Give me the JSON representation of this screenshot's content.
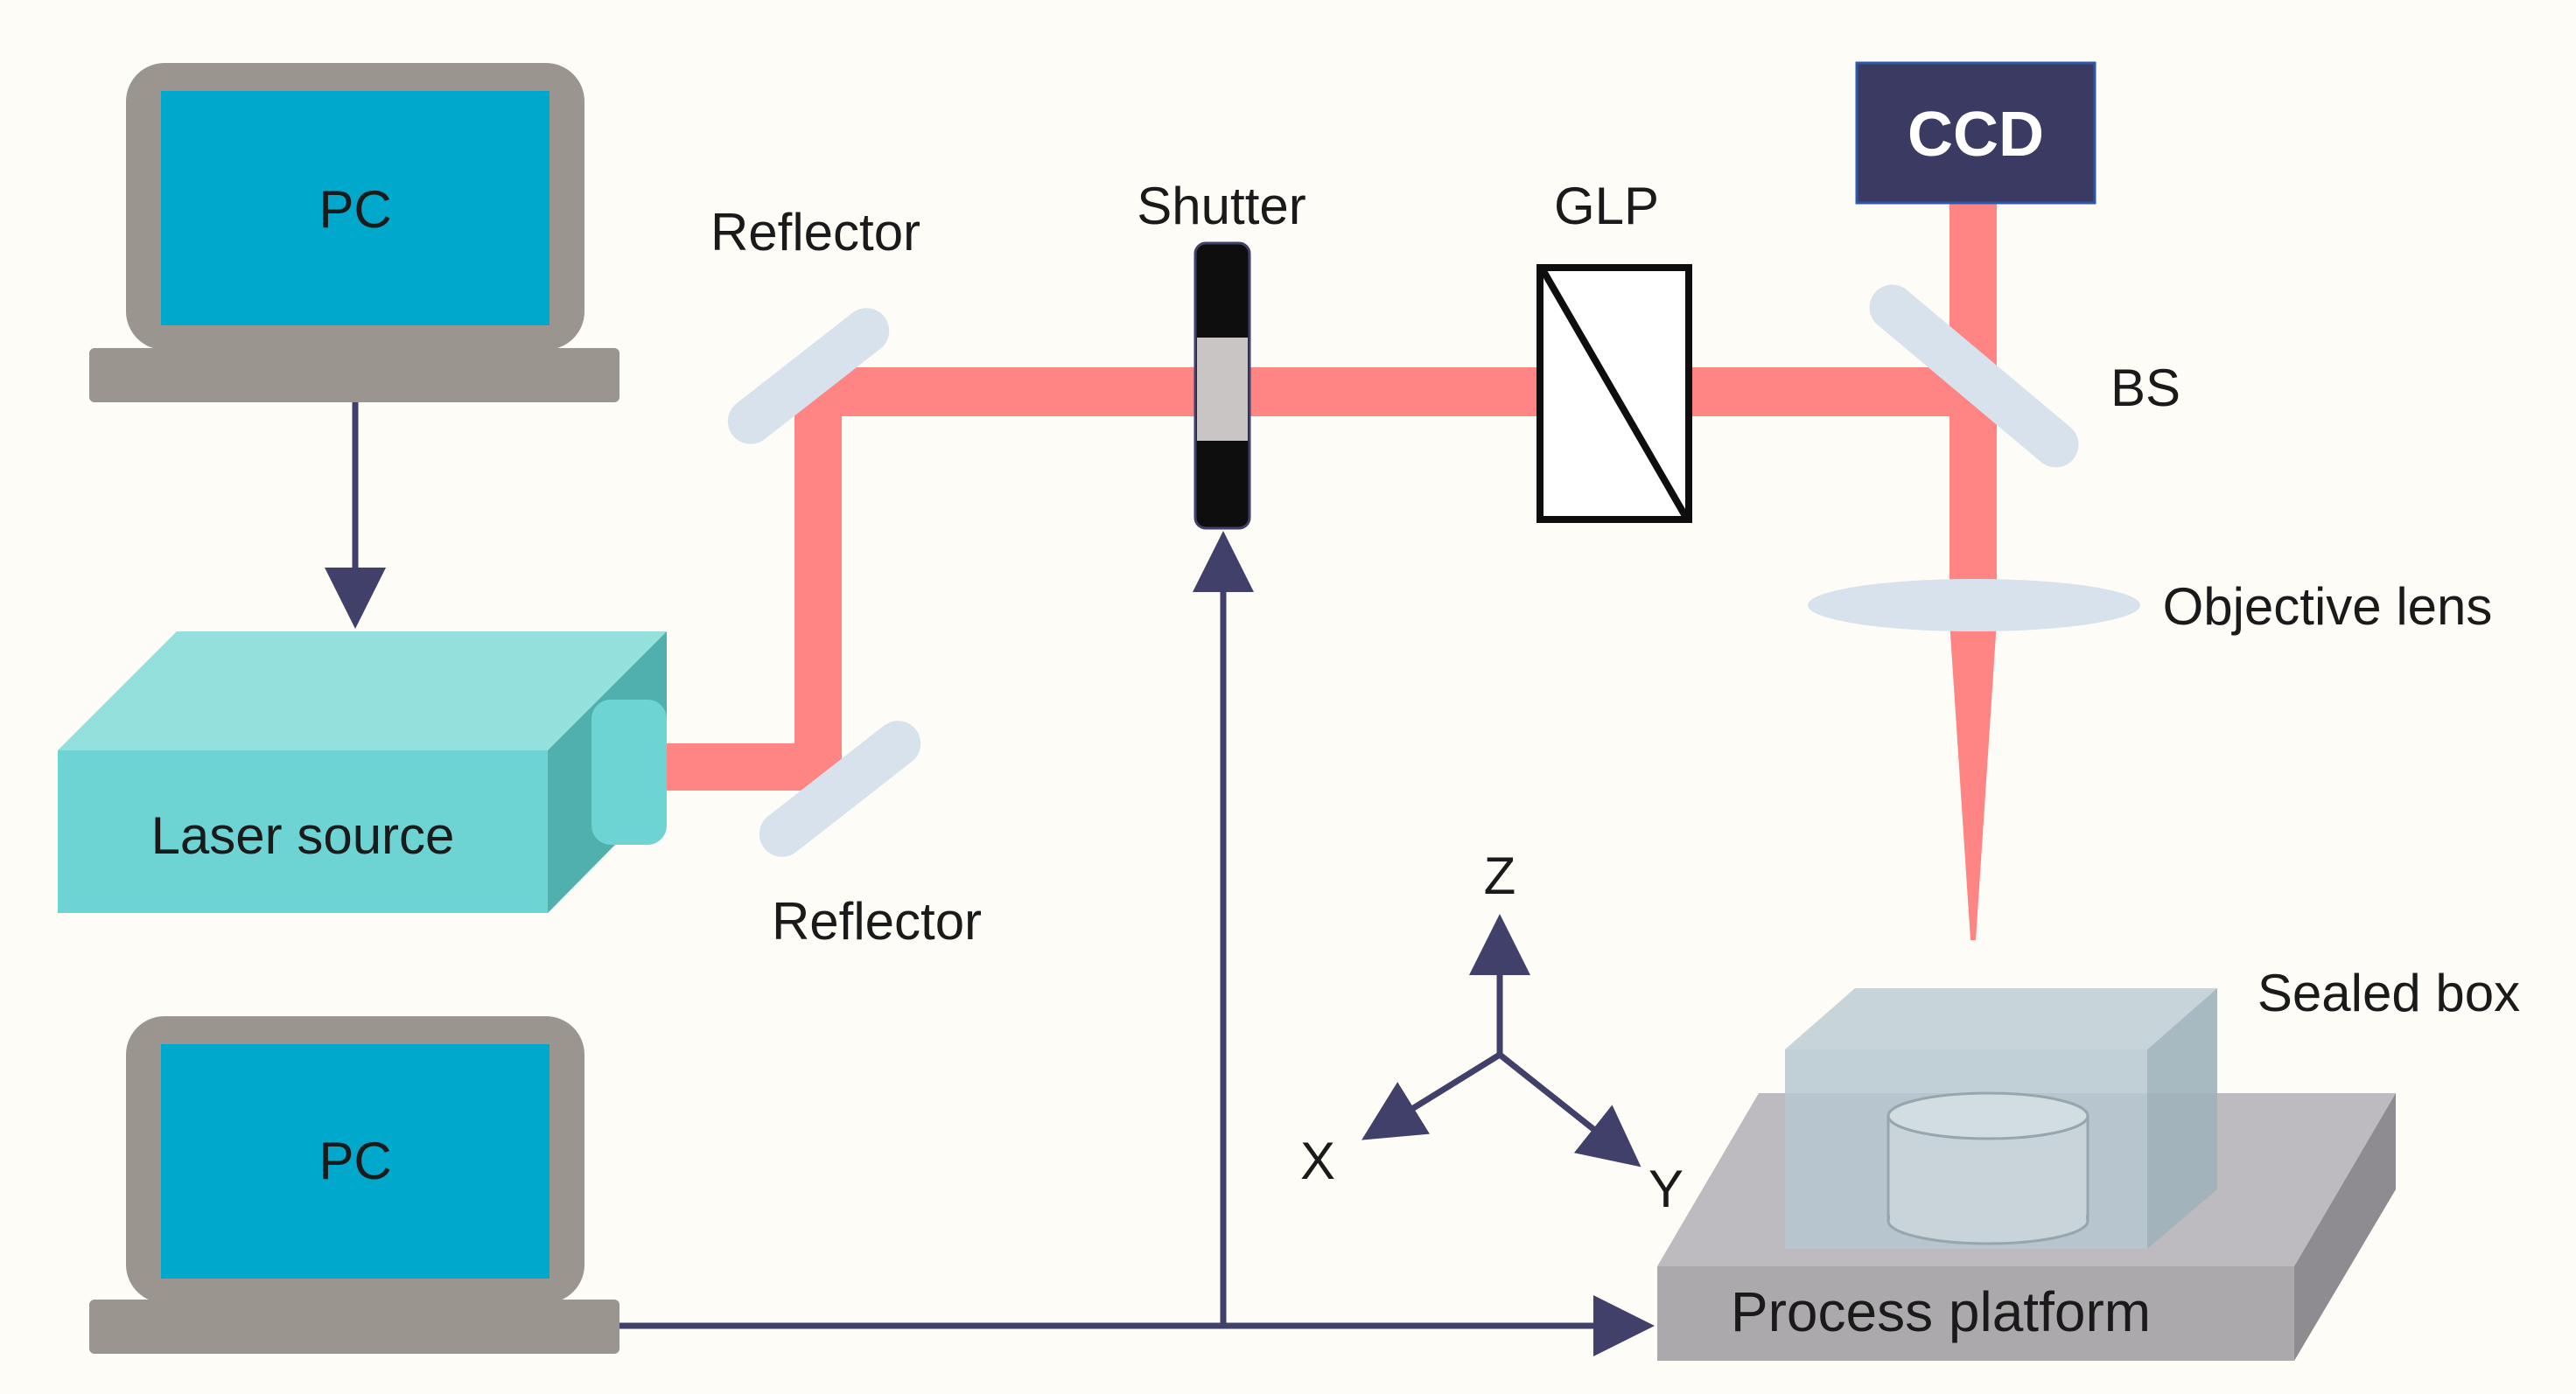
{
  "labels": {
    "pc_top": "PC",
    "pc_bottom": "PC",
    "laser_source": "Laser source",
    "reflector_top": "Reflector",
    "reflector_bottom": "Reflector",
    "shutter": "Shutter",
    "glp": "GLP",
    "ccd": "CCD",
    "bs": "BS",
    "objective_lens": "Objective lens",
    "sealed_box": "Sealed box",
    "process_platform": "Process platform",
    "axis_x": "X",
    "axis_y": "Y",
    "axis_z": "Z"
  },
  "colors": {
    "background": "#fdfcf6",
    "beam": "#ff8484",
    "pc_frame": "#9a958f",
    "pc_screen": "#00a8cc",
    "laser_front": "#6ed4d3",
    "laser_top": "#93e0dd",
    "laser_side": "#4fb0ae",
    "optic": "#d8e2ec",
    "ccd": "#3b3a63",
    "arrow": "#40406a",
    "platform_front": "#aca9ad",
    "platform_top": "#bebbc0",
    "box": "#b6c8d0"
  }
}
